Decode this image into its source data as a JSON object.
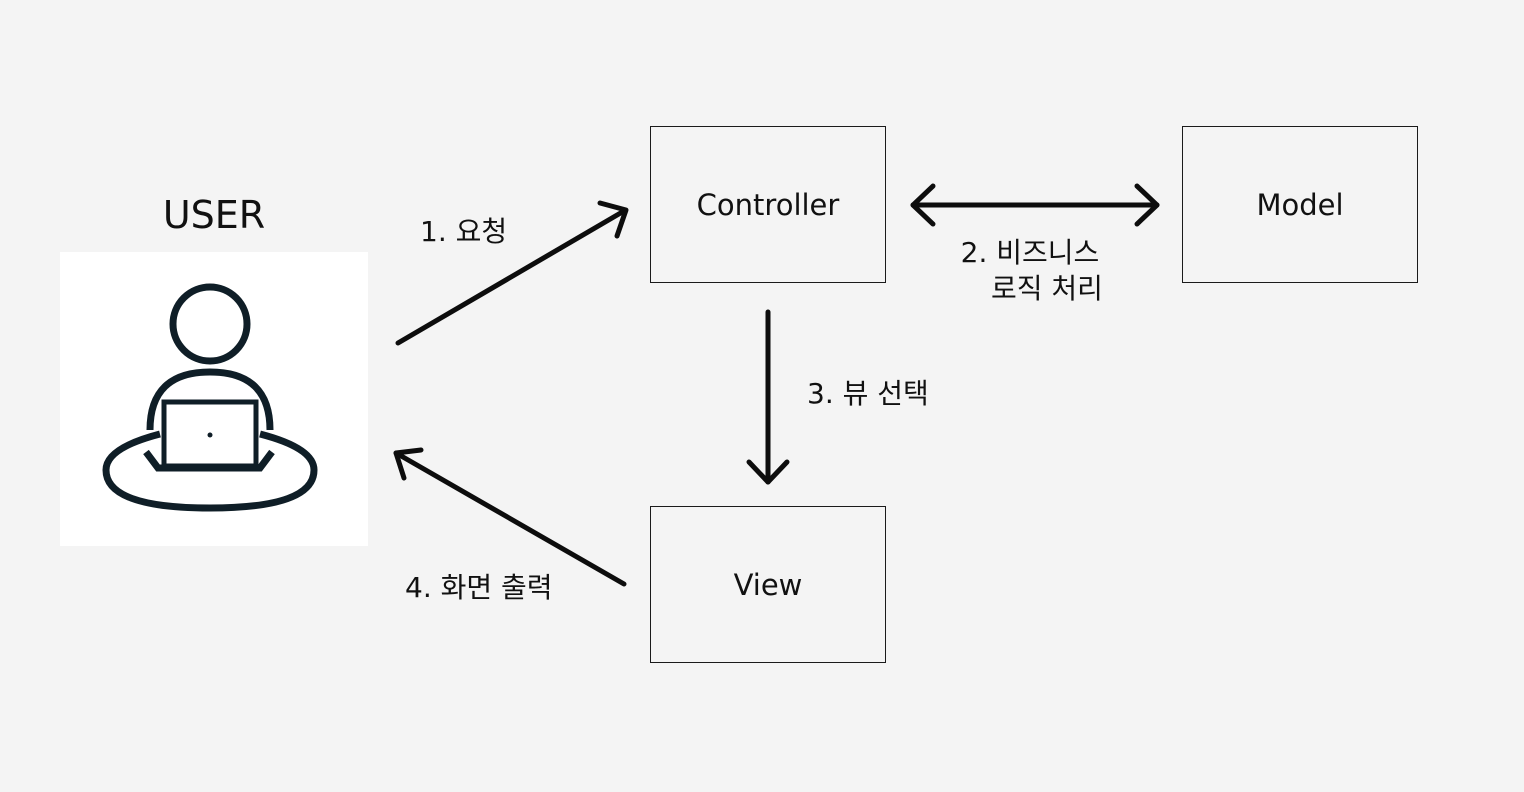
{
  "user": {
    "label": "USER",
    "icon": "person-with-laptop-icon"
  },
  "boxes": {
    "controller": "Controller",
    "model": "Model",
    "view": "View"
  },
  "steps": {
    "request": "1. 요청",
    "business_line1": "2. 비즈니스",
    "business_line2": "로직 처리",
    "select_view": "3. 뷰 선택",
    "render": "4. 화면 출력"
  },
  "colors": {
    "background": "#f4f4f4",
    "stroke": "#111111",
    "icon": "#0f1e27"
  }
}
